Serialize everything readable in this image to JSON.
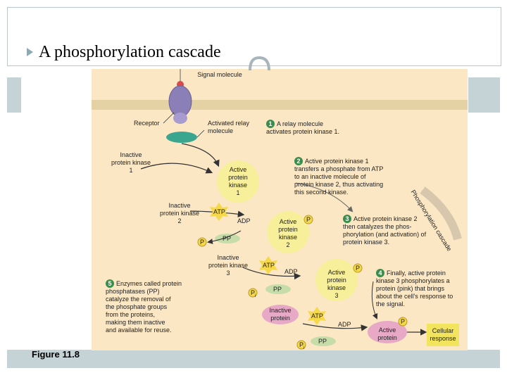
{
  "slide": {
    "title": "A phosphorylation cascade",
    "figure_label": "Figure 11.8"
  },
  "diagram": {
    "signal_molecule": "Signal molecule",
    "receptor": "Receptor",
    "activated_relay": "Activated relay\nmolecule",
    "inactive_pk1": "Inactive\nprotein kinase\n1",
    "active_pk1": "Active\nprotein\nkinase\n1",
    "inactive_pk2": "Inactive\nprotein kinase\n2",
    "active_pk2": "Active\nprotein\nkinase\n2",
    "inactive_pk3": "Inactive\nprotein kinase\n3",
    "active_pk3": "Active\nprotein\nkinase\n3",
    "inactive_protein": "Inactive\nprotein",
    "active_protein": "Active\nprotein",
    "cellular_response": "Cellular\nresponse",
    "atp": "ATP",
    "adp": "ADP",
    "pp": "PP",
    "p": "P",
    "pi": "P",
    "pi_sub": "i",
    "cascade_label": "Phosphorylation cascade",
    "steps": [
      {
        "num": "1",
        "text": "A relay molecule\nactivates protein kinase 1."
      },
      {
        "num": "2",
        "text": "Active protein kinase 1\ntransfers a phosphate from ATP\nto an inactive molecule of\nprotein kinase 2, thus activating\nthis second kinase."
      },
      {
        "num": "3",
        "text": "Active protein kinase 2\nthen catalyzes the phos-\nphorylation (and activation) of\nprotein kinase 3."
      },
      {
        "num": "4",
        "text": "Finally, active protein\nkinase 3 phosphorylates a\nprotein (pink) that brings\nabout the cell's response to\nthe signal."
      },
      {
        "num": "5",
        "text": "Enzymes called protein\nphosphatases (PP)\ncatalyze the removal of\nthe phosphate groups\nfrom the proteins,\nmaking them inactive\nand available for reuse."
      }
    ]
  },
  "colors": {
    "panel": "#fbe7c4",
    "step_badge": "#3b8d4c",
    "kinase_halo": "#f7ef9a",
    "pp_oval": "#c7dda9",
    "atp_star": "#f6d84b",
    "receptor": "#8b7fb8",
    "relay": "#3aa68f",
    "protein_pink": "#e8a9c7",
    "response_box": "#f2e45c"
  }
}
